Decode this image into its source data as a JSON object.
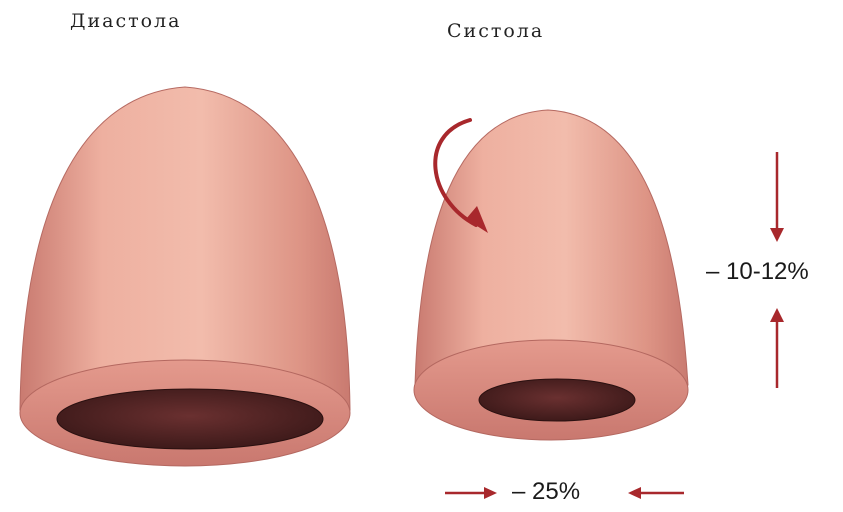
{
  "labels": {
    "diastole": "Диастола",
    "systole": "Систола"
  },
  "measurements": {
    "height_change": "– 10-12%",
    "width_change": "– 25%"
  },
  "colors": {
    "wall": "#e9a192",
    "wall_dark": "#b86b63",
    "ring": "#d3877d",
    "cavity": "#4a2020",
    "arrow": "#a8282c"
  },
  "icons": {
    "rotation_arrow": "curved-arrow-icon",
    "compression_arrows": "arrow-icon"
  }
}
